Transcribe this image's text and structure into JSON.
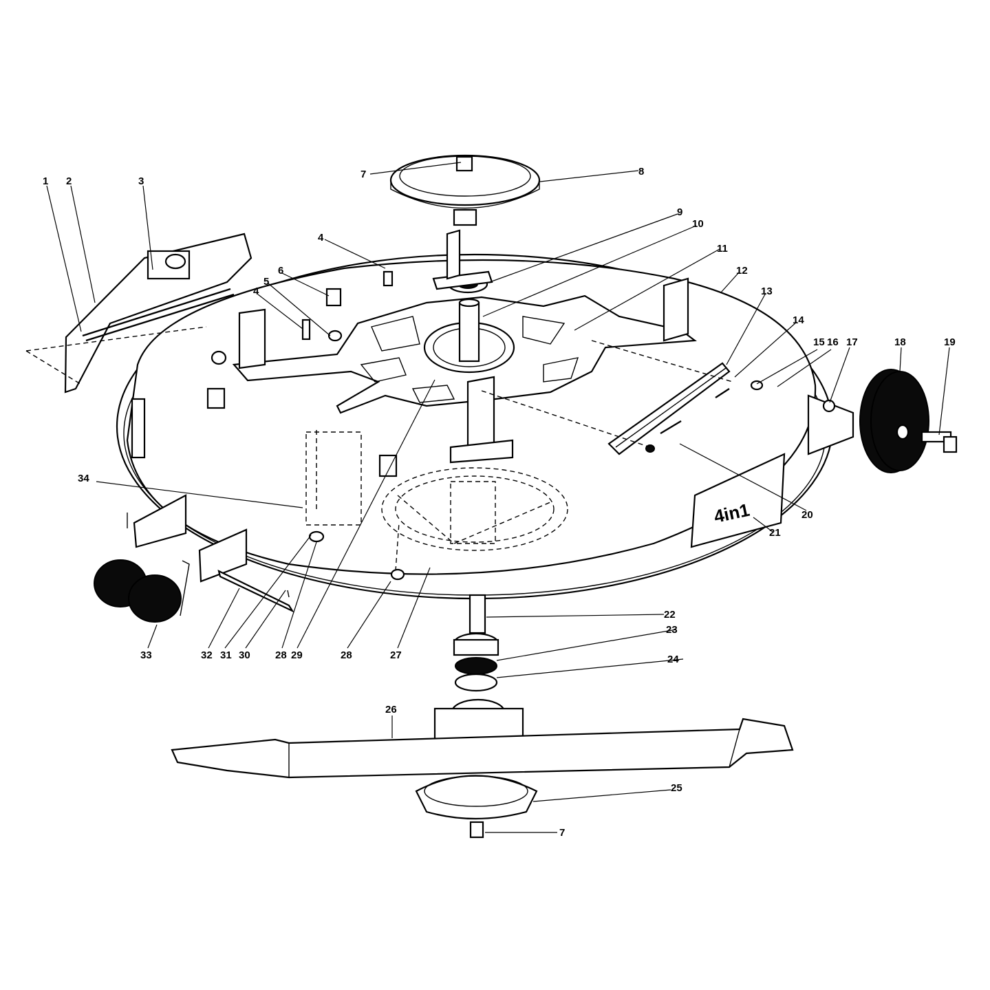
{
  "callouts": [
    {
      "id": "c1",
      "label": "1"
    },
    {
      "id": "c2",
      "label": "2"
    },
    {
      "id": "c3",
      "label": "3"
    },
    {
      "id": "c4a",
      "label": "4"
    },
    {
      "id": "c4b",
      "label": "4"
    },
    {
      "id": "c5",
      "label": "5"
    },
    {
      "id": "c6",
      "label": "6"
    },
    {
      "id": "c7a",
      "label": "7"
    },
    {
      "id": "c7b",
      "label": "7"
    },
    {
      "id": "c8",
      "label": "8"
    },
    {
      "id": "c9",
      "label": "9"
    },
    {
      "id": "c10",
      "label": "10"
    },
    {
      "id": "c11",
      "label": "11"
    },
    {
      "id": "c12",
      "label": "12"
    },
    {
      "id": "c13",
      "label": "13"
    },
    {
      "id": "c14",
      "label": "14"
    },
    {
      "id": "c15",
      "label": "15"
    },
    {
      "id": "c16",
      "label": "16"
    },
    {
      "id": "c17",
      "label": "17"
    },
    {
      "id": "c18",
      "label": "18"
    },
    {
      "id": "c19",
      "label": "19"
    },
    {
      "id": "c20",
      "label": "20"
    },
    {
      "id": "c21",
      "label": "21"
    },
    {
      "id": "c22",
      "label": "22"
    },
    {
      "id": "c23",
      "label": "23"
    },
    {
      "id": "c24",
      "label": "24"
    },
    {
      "id": "c25",
      "label": "25"
    },
    {
      "id": "c26",
      "label": "26"
    },
    {
      "id": "c27",
      "label": "27"
    },
    {
      "id": "c28a",
      "label": "28"
    },
    {
      "id": "c28b",
      "label": "28"
    },
    {
      "id": "c29",
      "label": "29"
    },
    {
      "id": "c30",
      "label": "30"
    },
    {
      "id": "c31",
      "label": "31"
    },
    {
      "id": "c32",
      "label": "32"
    },
    {
      "id": "c33",
      "label": "33"
    },
    {
      "id": "c34",
      "label": "34"
    }
  ],
  "deck_badge_text": "4in1",
  "colors": {
    "ink": "#000000",
    "paper": "#ffffff"
  }
}
